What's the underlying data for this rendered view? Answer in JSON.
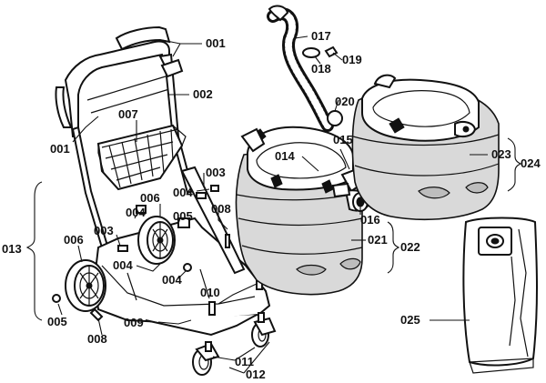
{
  "diagram": {
    "labels": {
      "p001a": "001",
      "p001b": "001",
      "p002": "002",
      "p003a": "003",
      "p003b": "003",
      "p004a": "004",
      "p004b": "004",
      "p004c": "004",
      "p004d": "004",
      "p005a": "005",
      "p005b": "005",
      "p006a": "006",
      "p006b": "006",
      "p007": "007",
      "p008a": "008",
      "p008b": "008",
      "p009": "009",
      "p010": "010",
      "p011": "011",
      "p012": "012",
      "p013": "013",
      "p014": "014",
      "p015": "015",
      "p016": "016",
      "p017": "017",
      "p018": "018",
      "p019": "019",
      "p020": "020",
      "p021": "021",
      "p022": "022",
      "p023": "023",
      "p024": "024",
      "p025": "025"
    }
  }
}
